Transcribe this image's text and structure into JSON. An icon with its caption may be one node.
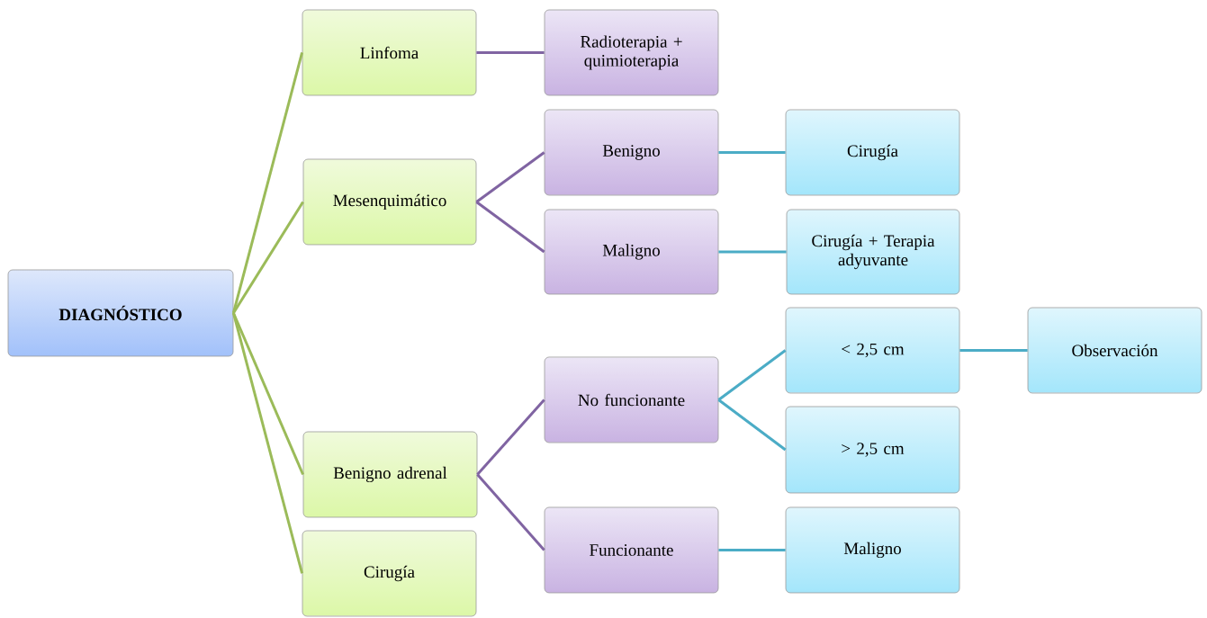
{
  "diagram": {
    "nodes": [
      {
        "text": [
          "DIAGNÓSTICO"
        ]
      },
      {
        "text": [
          "Linfoma"
        ]
      },
      {
        "text": [
          "Radioterapia + quimioterapia"
        ]
      },
      {
        "text": [
          "Mesenquimático"
        ]
      },
      {
        "text": [
          "Benigno"
        ]
      },
      {
        "text": [
          "Cirugía"
        ]
      },
      {
        "text": [
          "Maligno"
        ]
      },
      {
        "text": [
          "Cirugía + Terapia adyuvante"
        ]
      },
      {
        "text": [
          "Benigno adrenal"
        ]
      },
      {
        "text": [
          "No funcionante"
        ]
      },
      {
        "text": [
          "< 2,5 cm"
        ]
      },
      {
        "text": [
          "Observación"
        ]
      },
      {
        "text": [
          "> 2,5 cm"
        ]
      },
      {
        "text": [
          "Funcionante"
        ]
      },
      {
        "text": [
          "Maligno"
        ]
      },
      {
        "text": [
          "Cirugía"
        ]
      }
    ],
    "edges": [
      {
        "from": 0,
        "to": 1,
        "arrow": "none",
        "color": "#9bbb59"
      },
      {
        "from": 0,
        "to": 3,
        "arrow": "none",
        "color": "#9bbb59"
      },
      {
        "from": 0,
        "to": 8,
        "arrow": "none",
        "color": "#9bbb59"
      },
      {
        "from": 0,
        "to": 15,
        "arrow": "none",
        "color": "#9bbb59"
      },
      {
        "from": 1,
        "to": 2,
        "arrow": "none",
        "color": "#8064a2"
      },
      {
        "from": 3,
        "to": 4,
        "arrow": "none",
        "color": "#8064a2"
      },
      {
        "from": 3,
        "to": 6,
        "arrow": "none",
        "color": "#8064a2"
      },
      {
        "from": 8,
        "to": 9,
        "arrow": "none",
        "color": "#8064a2"
      },
      {
        "from": 8,
        "to": 13,
        "arrow": "none",
        "color": "#8064a2"
      },
      {
        "from": 4,
        "to": 5,
        "arrow": "none"
      },
      {
        "from": 6,
        "to": 7,
        "arrow": "none"
      },
      {
        "from": 9,
        "to": 10,
        "arrow": "none"
      },
      {
        "from": 9,
        "to": 12,
        "arrow": "none"
      },
      {
        "from": 10,
        "to": 11,
        "arrow": "none"
      },
      {
        "from": 13,
        "to": 14,
        "arrow": "none"
      }
    ]
  }
}
